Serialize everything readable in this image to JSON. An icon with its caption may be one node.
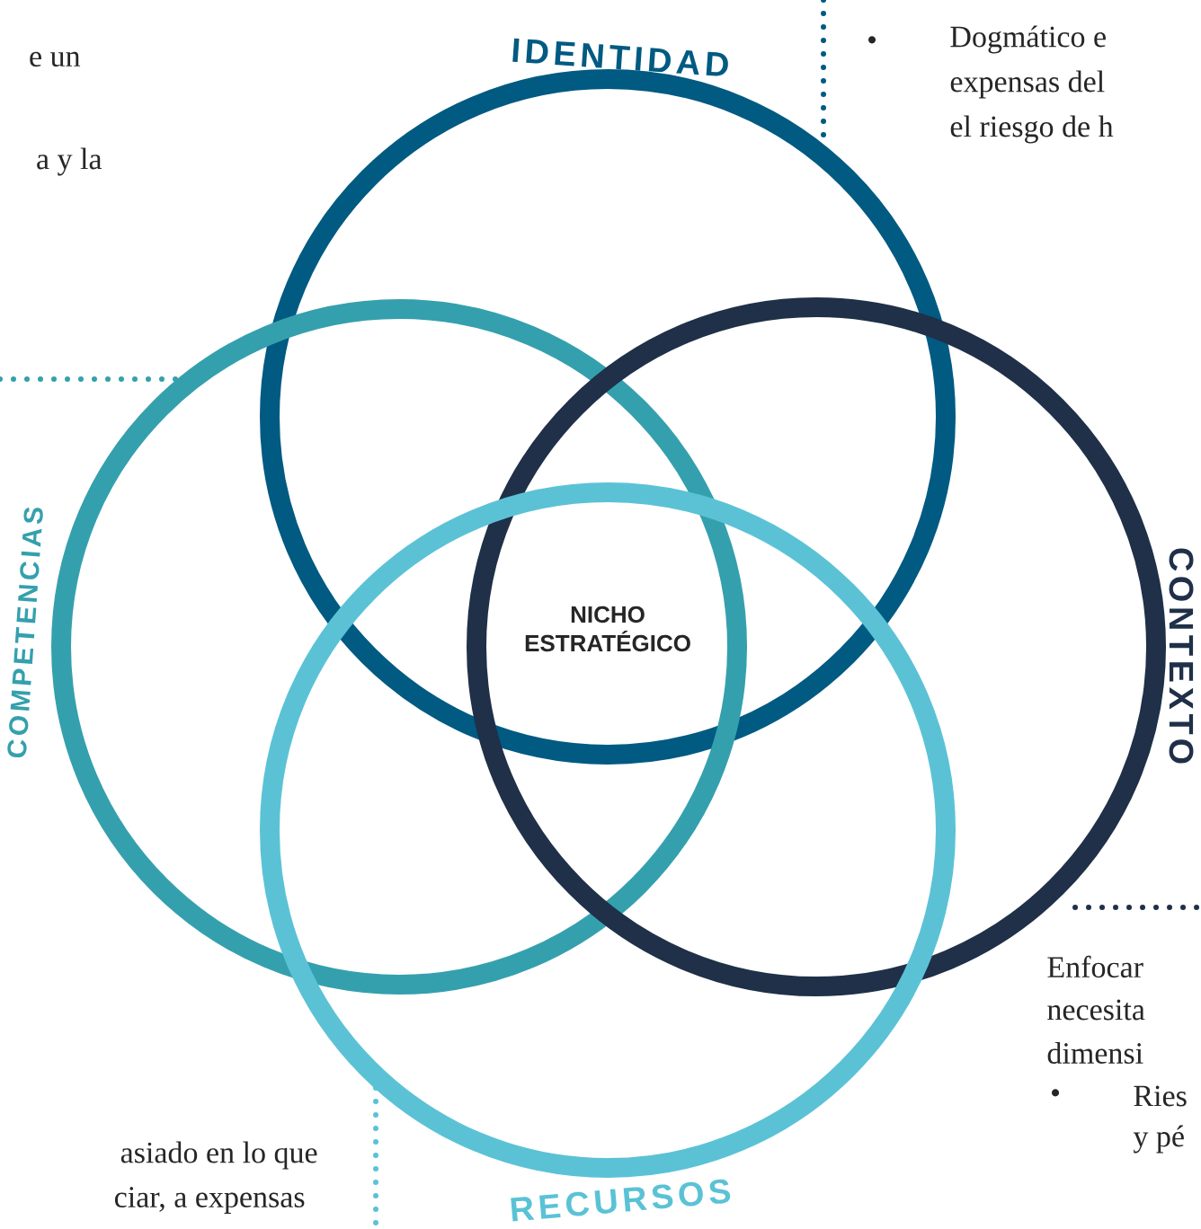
{
  "diagram": {
    "nodes": [
      {
        "text": [
          "IDENTIDAD"
        ]
      },
      {
        "text": [
          "COMPETENCIAS"
        ]
      },
      {
        "text": [
          "CONTEXTO"
        ]
      },
      {
        "text": [
          "RECURSOS"
        ]
      }
    ],
    "labels": [
      "NICHO ESTRATÉGICO",
      "e un",
      "a y la",
      "•",
      "Dogmático e",
      "expensas del",
      "el riesgo de h",
      "Enfocar",
      "necesita",
      "dimensi",
      "•",
      "Ries",
      "y pé",
      "asiado en lo que",
      "ciar, a expensas"
    ]
  }
}
